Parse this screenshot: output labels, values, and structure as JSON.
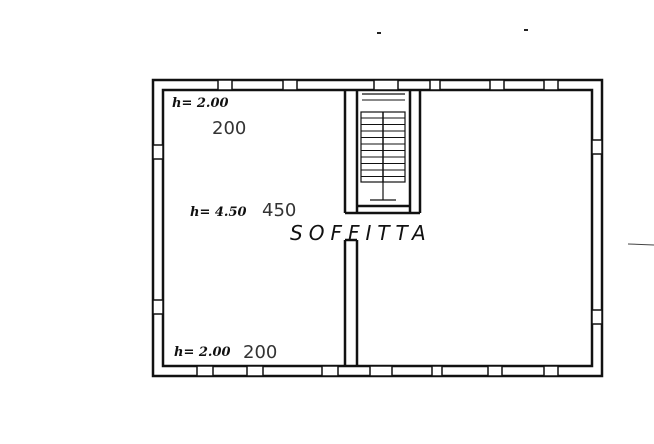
{
  "plan": {
    "room_label": "SOFFITTA",
    "heights": [
      {
        "printed": "h= 2.00",
        "handwritten": "200"
      },
      {
        "printed": "h= 4.50",
        "handwritten": "450"
      },
      {
        "printed": "h= 2.00",
        "handwritten": "200"
      }
    ],
    "colors": {
      "ink": "#111111",
      "paper": "#ffffff"
    }
  }
}
